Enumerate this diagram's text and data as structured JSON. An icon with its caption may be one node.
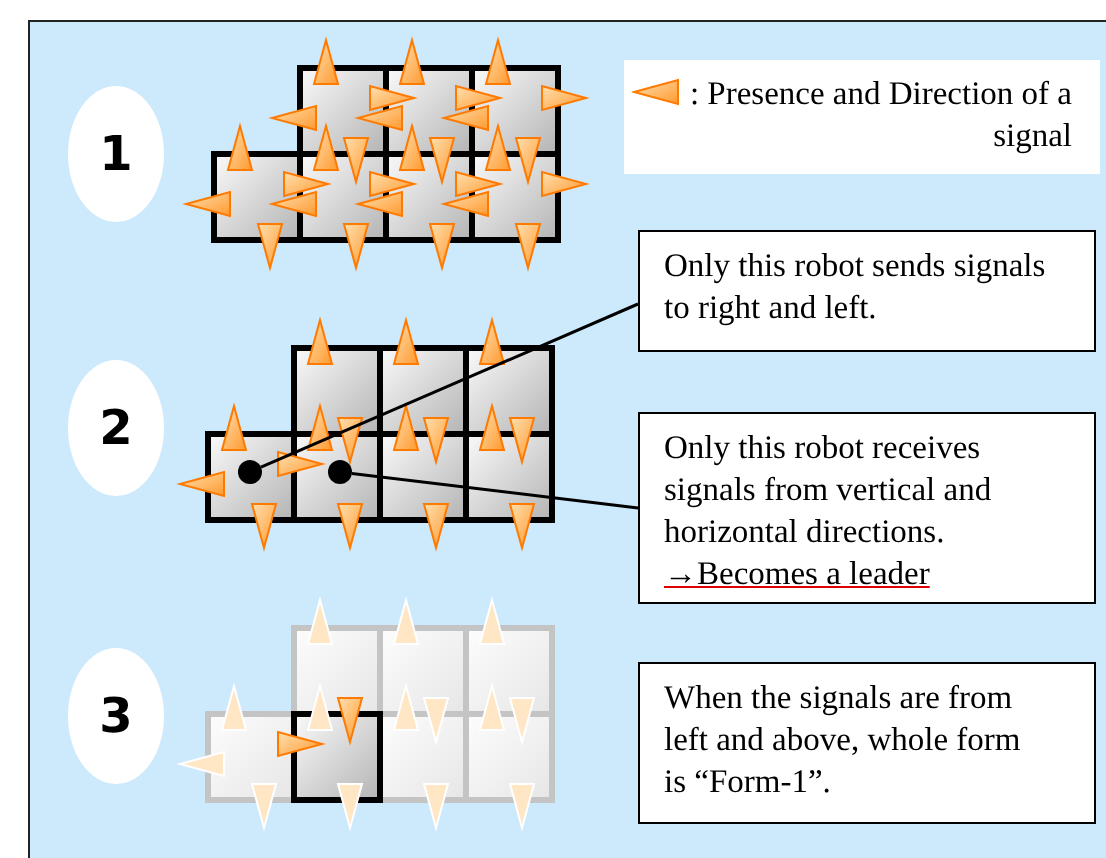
{
  "diagram": {
    "nodes": [
      {
        "text": [
          "1"
        ]
      },
      {
        "text": [
          "Only this robot sends signals to right and left."
        ]
      },
      {
        "text": [
          "2"
        ]
      },
      {
        "text": [],
        "shape": "circle"
      },
      {
        "text": [],
        "shape": "circle"
      },
      {
        "text": [
          "Only this robot receives signals from vertical and horizontal directions.",
          "→Becomes a leader"
        ]
      },
      {
        "text": [
          "3"
        ]
      },
      {
        "text": [
          "When the signals are from left and above, whole form is “Form-1”."
        ]
      }
    ],
    "edges": [
      {
        "from": 1,
        "to": 3,
        "arrow": "none"
      },
      {
        "from": 5,
        "to": 4,
        "arrow": "none"
      }
    ],
    "legend": [
      {
        "text": ": Presence and Direction of a signal"
      }
    ]
  }
}
